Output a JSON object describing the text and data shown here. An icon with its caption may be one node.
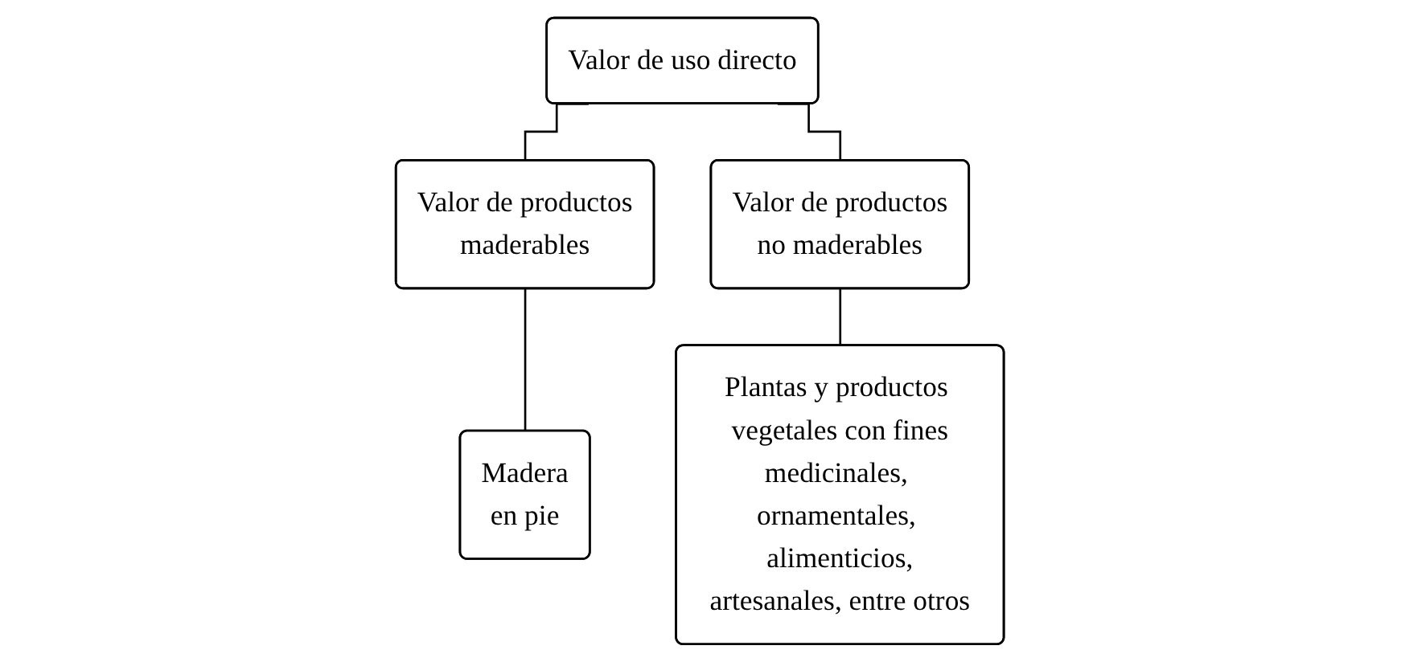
{
  "diagram": {
    "nodes": [
      {
        "text": [
          "Valor de uso directo"
        ]
      },
      {
        "text": [
          "Valor de productos maderables"
        ]
      },
      {
        "text": [
          "Valor de productos no maderables"
        ]
      },
      {
        "text": [
          "Madera en pie"
        ]
      },
      {
        "text": [
          "Plantas y productos vegetales con fines medicinales, ornamentales, alimenticios, artesanales, entre otros"
        ]
      }
    ],
    "edges": [
      {
        "from": 0,
        "to": 1,
        "arrow": "none"
      },
      {
        "from": 0,
        "to": 2,
        "arrow": "none"
      },
      {
        "from": 1,
        "to": 3,
        "arrow": "none"
      },
      {
        "from": 2,
        "to": 4,
        "arrow": "none"
      }
    ]
  }
}
